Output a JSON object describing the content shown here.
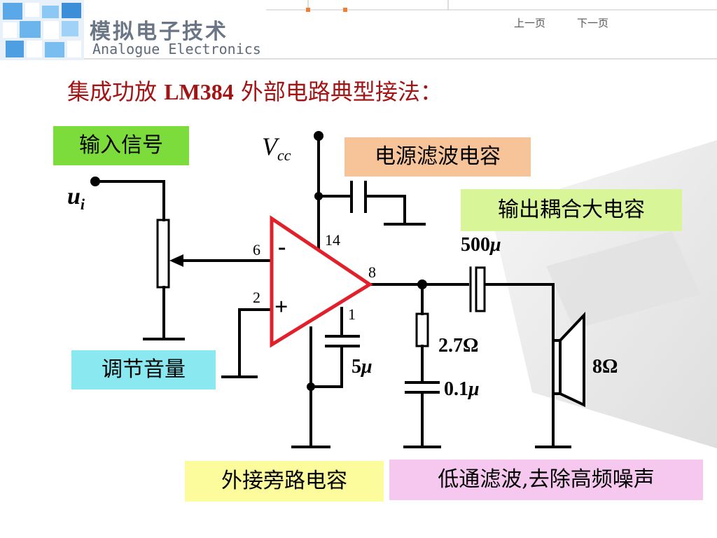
{
  "header": {
    "title_cn": "模拟电子技术",
    "title_en": "Analogue Electronics",
    "prev_page": "上一页",
    "next_page": "下一页"
  },
  "page_title": {
    "prefix": "集成功放",
    "model": "LM384",
    "suffix": "外部电路典型接法："
  },
  "labels": {
    "input_signal": "输入信号",
    "volume_adjust": "调节音量",
    "power_filter_cap": "电源滤波电容",
    "output_coupling_cap": "输出耦合大电容",
    "bypass_cap": "外接旁路电容",
    "lowpass_filter": "低通滤波,去除高频噪声"
  },
  "circuit": {
    "vcc_main": "V",
    "vcc_sub": "cc",
    "ui_main": "u",
    "ui_sub": "i",
    "pin_6": "6",
    "pin_2": "2",
    "pin_14": "14",
    "pin_8": "8",
    "pin_1": "1",
    "minus_sign": "-",
    "plus_sign": "+",
    "cap_500": "500",
    "cap_5": "5",
    "cap_01": "0.1",
    "micro": "μ",
    "res_27": "2.7Ω",
    "speaker_8": "8Ω"
  },
  "colors": {
    "title_red": "#a31515",
    "opamp_red": "#e0202a",
    "green_box": "#7cdc3c",
    "cyan_box": "#8ae8f0",
    "orange_box": "#f7c49a",
    "lime_box": "#d8f598",
    "yellow_box": "#fcfc9c",
    "pink_box": "#f6c8f0"
  }
}
